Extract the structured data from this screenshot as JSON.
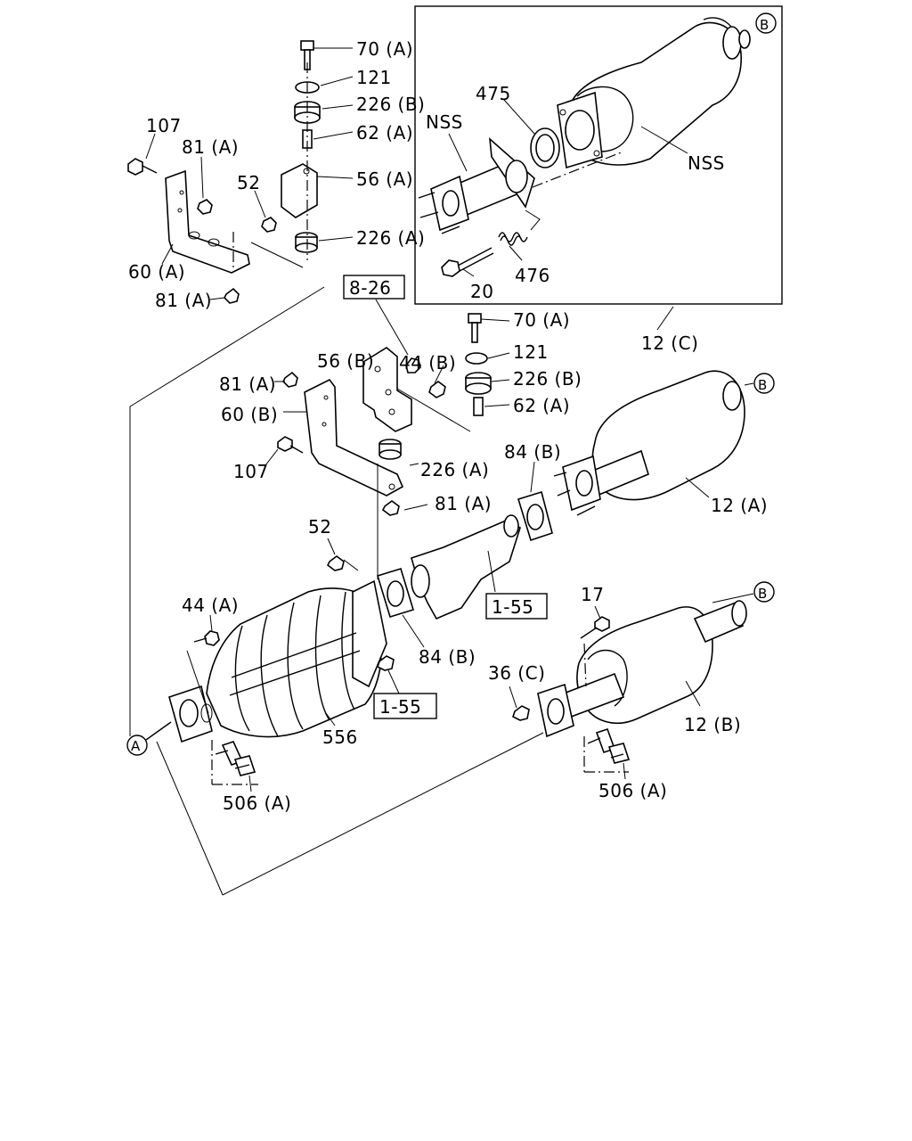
{
  "diagram": {
    "inset_labels": {
      "nss_left": "NSS",
      "nss_right": "NSS",
      "p475": "475",
      "p476": "476",
      "p20": "20",
      "assembly": "12 (C)"
    },
    "bracket_top_labels": {
      "p70a": "70 (A)",
      "p121": "121",
      "p226b": "226 (B)",
      "p62a": "62 (A)",
      "p107": "107",
      "p81a": "81 (A)",
      "p52": "52",
      "p56a": "56 (A)",
      "p226a": "226 (A)",
      "p60a": "60 (A)",
      "p81a_low": "81 (A)"
    },
    "ref_boxes": {
      "ref_826": "8-26",
      "ref_155_a": "1-55",
      "ref_155_b": "1-55"
    },
    "mid_labels": {
      "p56b": "56 (B)",
      "p44b": "44 (B)",
      "p81a_m": "81 (A)",
      "p60b": "60 (B)",
      "p107_m": "107",
      "p226a_m": "226 (A)",
      "p81a_m2": "81 (A)",
      "p70a_m": "70 (A)",
      "p121_m": "121",
      "p226b_m": "226 (B)",
      "p62a_m": "62 (A)",
      "p84b_top": "84 (B)",
      "p12a": "12 (A)",
      "p52_m": "52",
      "p84b_low": "84 (B)"
    },
    "lower_labels": {
      "p44a": "44 (A)",
      "p556": "556",
      "p506a_left": "506 (A)",
      "p17": "17",
      "p36c": "36 (C)",
      "p12b": "12 (B)",
      "p506a_right": "506 (A)"
    },
    "markers": {
      "a": "A",
      "b1": "B",
      "b2": "B",
      "b3": "B"
    }
  }
}
